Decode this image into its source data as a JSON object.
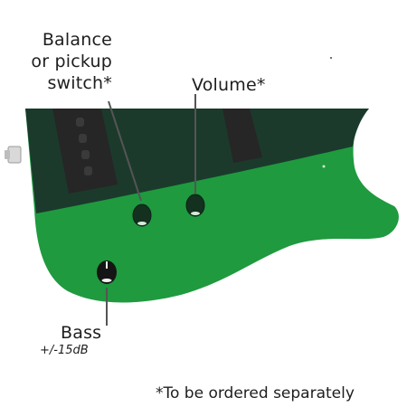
{
  "labels": {
    "balance_line1": "Balance",
    "balance_line2": "or pickup",
    "balance_line3": "switch*",
    "volume": "Volume*",
    "bass": "Bass",
    "bass_note": "+/-15dB"
  },
  "footnote": "*To be ordered separately",
  "colors": {
    "body_green": "#1f9a3f",
    "upper_dark_green": "#1b3a2c",
    "pickup": "#262626",
    "knob": "#14301f",
    "bass_knob": "#151515",
    "leader_line": "#555555",
    "text": "#1e1e1e"
  }
}
